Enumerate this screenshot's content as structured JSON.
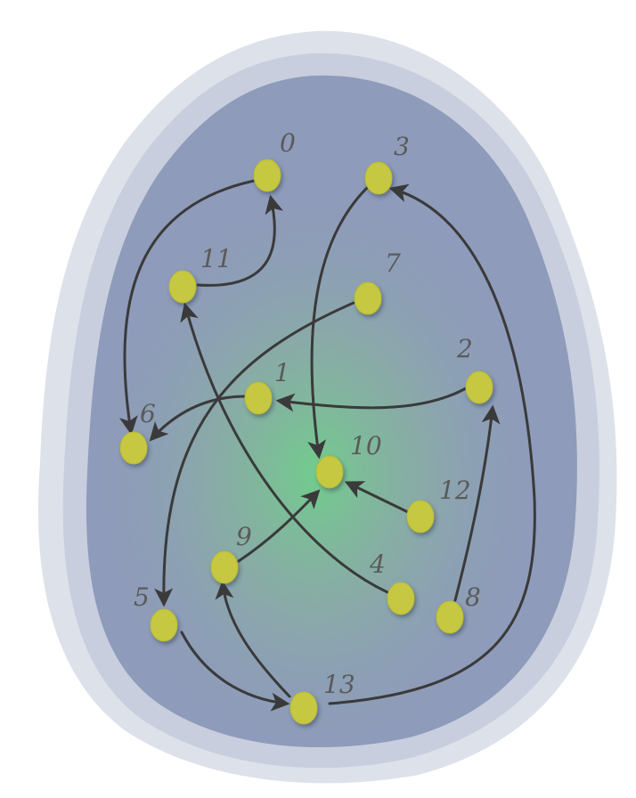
{
  "diagram": {
    "nodes": [
      {
        "id": "0",
        "label": "0"
      },
      {
        "id": "1",
        "label": "1"
      },
      {
        "id": "2",
        "label": "2"
      },
      {
        "id": "3",
        "label": "3"
      },
      {
        "id": "4",
        "label": "4"
      },
      {
        "id": "5",
        "label": "5"
      },
      {
        "id": "6",
        "label": "6"
      },
      {
        "id": "7",
        "label": "7"
      },
      {
        "id": "8",
        "label": "8"
      },
      {
        "id": "9",
        "label": "9"
      },
      {
        "id": "10",
        "label": "10"
      },
      {
        "id": "11",
        "label": "11"
      },
      {
        "id": "12",
        "label": "12"
      },
      {
        "id": "13",
        "label": "13"
      }
    ],
    "edges": [
      {
        "from": "11",
        "to": "0"
      },
      {
        "from": "0",
        "to": "6"
      },
      {
        "from": "1",
        "to": "6"
      },
      {
        "from": "2",
        "to": "1"
      },
      {
        "from": "3",
        "to": "10"
      },
      {
        "from": "12",
        "to": "10"
      },
      {
        "from": "9",
        "to": "10"
      },
      {
        "from": "7",
        "to": "5"
      },
      {
        "from": "4",
        "to": "11"
      },
      {
        "from": "8",
        "to": "2"
      },
      {
        "from": "5",
        "to": "13"
      },
      {
        "from": "13",
        "to": "9"
      },
      {
        "from": "13",
        "to": "3"
      }
    ],
    "colors": {
      "node_fill": "#c5c840",
      "edge": "#3a3a3a",
      "blob_outer": "#dde1ea",
      "blob_inner": "#8e9bba",
      "center_glow": "#6fcf8a",
      "label": "#5a5a5a"
    }
  }
}
